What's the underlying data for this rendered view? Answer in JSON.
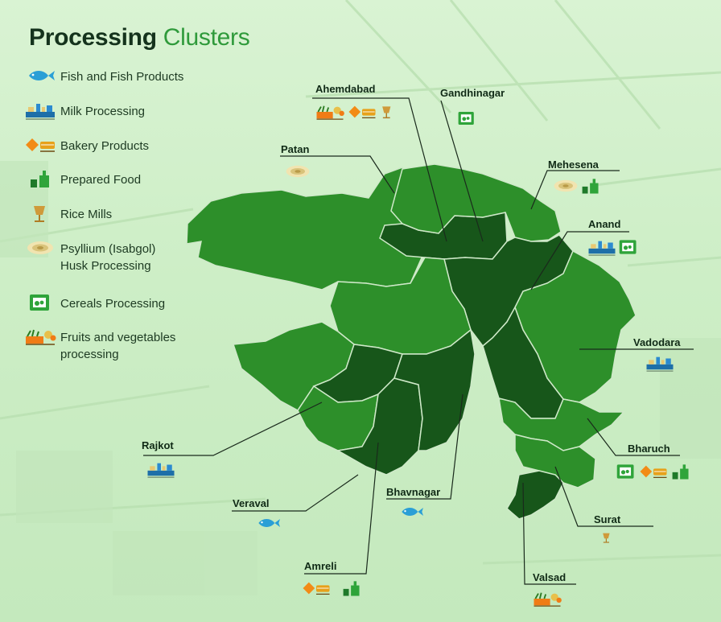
{
  "title": {
    "word1": "Processing",
    "word2": "Clusters"
  },
  "legend": [
    {
      "icon": "fish-icon",
      "label": "Fish and Fish Products"
    },
    {
      "icon": "milk-icon",
      "label": "Milk Processing"
    },
    {
      "icon": "bakery-icon",
      "label": "Bakery Products"
    },
    {
      "icon": "prepared-food-icon",
      "label": "Prepared Food"
    },
    {
      "icon": "rice-mill-icon",
      "label": "Rice Mills"
    },
    {
      "icon": "psyllium-icon",
      "label_line1": "Psyllium (Isabgol)",
      "label_line2": "Husk Processing"
    },
    {
      "icon": "cereals-icon",
      "label": "Cereals Processing"
    },
    {
      "icon": "fruits-vegetables-icon",
      "label_line1": "Fruits and vegetables",
      "label_line2": "processing"
    }
  ],
  "cities": [
    {
      "name": "Ahemdabad",
      "icons": [
        "fruits-vegetables-icon",
        "bakery-icon",
        "rice-mill-icon"
      ]
    },
    {
      "name": "Gandhinagar",
      "icons": [
        "cereals-icon"
      ]
    },
    {
      "name": "Patan",
      "icons": [
        "psyllium-icon"
      ]
    },
    {
      "name": "Mehesena",
      "icons": [
        "psyllium-icon",
        "prepared-food-icon"
      ]
    },
    {
      "name": "Anand",
      "icons": [
        "milk-icon",
        "cereals-icon"
      ]
    },
    {
      "name": "Vadodara",
      "icons": [
        "milk-icon"
      ]
    },
    {
      "name": "Bharuch",
      "icons": [
        "cereals-icon",
        "bakery-icon",
        "prepared-food-icon"
      ]
    },
    {
      "name": "Surat",
      "icons": [
        "rice-mill-icon"
      ]
    },
    {
      "name": "Valsad",
      "icons": [
        "fruits-vegetables-icon"
      ]
    },
    {
      "name": "Bhavnagar",
      "icons": [
        "fish-icon"
      ]
    },
    {
      "name": "Amreli",
      "icons": [
        "bakery-icon",
        "prepared-food-icon"
      ]
    },
    {
      "name": "Veraval",
      "icons": [
        "fish-icon"
      ]
    },
    {
      "name": "Rajkot",
      "icons": [
        "milk-icon"
      ]
    }
  ],
  "colors": {
    "map_light": "#2d8f2a",
    "map_dark": "#17561a",
    "border": "#cfe9c9",
    "title_dark": "#15331d",
    "title_green": "#2f9a3b"
  }
}
